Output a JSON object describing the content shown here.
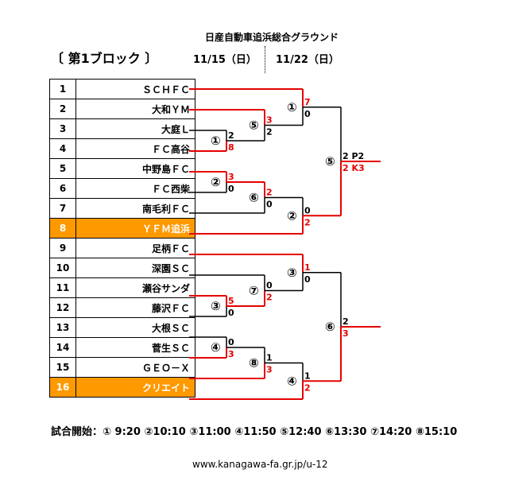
{
  "venue": "日産自動車追浜総合グラウンド",
  "block_title": "〔 第1ブロック 〕",
  "dates": [
    "11/15（日）",
    "11/22（日）"
  ],
  "teams": [
    {
      "num": "1",
      "name": "ＳＣＨＦＣ",
      "highlight": false
    },
    {
      "num": "2",
      "name": "大和ＹＭ",
      "highlight": false
    },
    {
      "num": "3",
      "name": "大庭Ｌ",
      "highlight": false
    },
    {
      "num": "4",
      "name": "ＦＣ高谷",
      "highlight": false
    },
    {
      "num": "5",
      "name": "中野島ＦＣ",
      "highlight": false
    },
    {
      "num": "6",
      "name": "ＦＣ西柴",
      "highlight": false
    },
    {
      "num": "7",
      "name": "南毛利ＦＣ",
      "highlight": false
    },
    {
      "num": "8",
      "name": "ＹＦＭ追浜",
      "highlight": true
    },
    {
      "num": "9",
      "name": "足柄ＦＣ",
      "highlight": false
    },
    {
      "num": "10",
      "name": "深園ＳＣ",
      "highlight": false
    },
    {
      "num": "11",
      "name": "瀬谷サンダ",
      "highlight": false
    },
    {
      "num": "12",
      "name": "藤沢ＦＣ",
      "highlight": false
    },
    {
      "num": "13",
      "name": "大根ＳＣ",
      "highlight": false
    },
    {
      "num": "14",
      "name": "菅生ＳＣ",
      "highlight": false
    },
    {
      "num": "15",
      "name": "ＧＥＯ－Ｘ",
      "highlight": false
    },
    {
      "num": "16",
      "name": "クリエイト",
      "highlight": true
    }
  ],
  "matches": [
    {
      "label": "①",
      "top": "2",
      "bottom": "8",
      "winner": "bottom"
    },
    {
      "label": "②",
      "top": "3",
      "bottom": "0",
      "winner": "top"
    },
    {
      "label": "③",
      "top": "5",
      "bottom": "0",
      "winner": "top"
    },
    {
      "label": "④",
      "top": "0",
      "bottom": "3",
      "winner": "bottom"
    },
    {
      "label": "⑤",
      "top": "3",
      "bottom": "2",
      "winner": "top"
    },
    {
      "label": "⑥",
      "top": "2",
      "bottom": "0",
      "winner": "top"
    },
    {
      "label": "⑦",
      "top": "0",
      "bottom": "2",
      "winner": "bottom"
    },
    {
      "label": "⑧",
      "top": "1",
      "bottom": "3",
      "winner": "bottom"
    },
    {
      "label": "①",
      "top": "7",
      "bottom": "0",
      "winner": "top"
    },
    {
      "label": "②",
      "top": "0",
      "bottom": "2",
      "winner": "bottom"
    },
    {
      "label": "③",
      "top": "1",
      "bottom": "0",
      "winner": "top"
    },
    {
      "label": "④",
      "top": "1",
      "bottom": "2",
      "winner": "bottom"
    },
    {
      "label": "⑤",
      "top": "2 P2",
      "bottom": "2 K3",
      "winner": "bottom"
    },
    {
      "label": "⑥",
      "top": "2",
      "bottom": "3",
      "winner": "bottom"
    }
  ],
  "start_times": "試合開始：① 9:20 ②10:10 ③11:00 ④11:50 ⑤12:40 ⑥13:30 ⑦14:20 ⑧15:10",
  "url": "www.kanagawa-fa.gr.jp/u-12",
  "colors": {
    "winner_line": "#e60000",
    "line": "#000000",
    "highlight_row": "#ff9900"
  }
}
